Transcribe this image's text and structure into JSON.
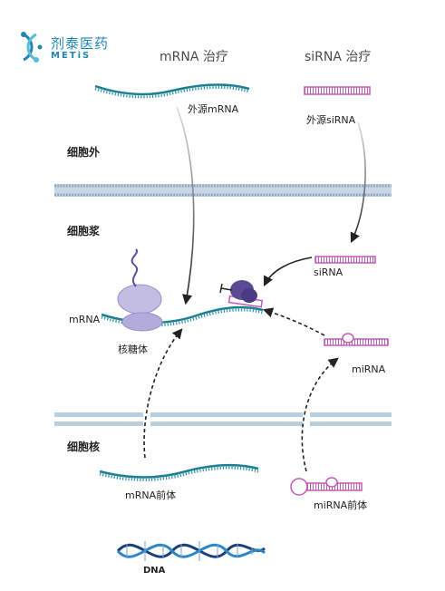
{
  "brand": {
    "name_cn": "剂泰医药",
    "name_en": "METiS",
    "color": "#1f86b8"
  },
  "columns": {
    "mrna_therapy": "mRNA 治疗",
    "sirna_therapy": "siRNA 治疗"
  },
  "regions": {
    "extracellular": "细胞外",
    "cytoplasm": "细胞浆",
    "nucleus": "细胞核"
  },
  "labels": {
    "exo_mrna": "外源mRNA",
    "exo_sirna": "外源siRNA",
    "sirna": "siRNA",
    "mrna": "mRNA",
    "ribosome": "核糖体",
    "mirna": "miRNA",
    "pre_mrna": "mRNA前体",
    "pre_mirna": "miRNA前体",
    "dna": "DNA"
  },
  "colors": {
    "mrna_strand": "#2a93a6",
    "sirna_strand": "#c25ab8",
    "membrane": "#a7bdd1",
    "nuclear_envelope": "#b7cfe0",
    "ribosome": "#b9b2dc",
    "risc": "#5a4a94",
    "dna_dark": "#1b3f7a",
    "dna_light": "#2f86c6",
    "arrow": "#222222"
  },
  "icons": [
    "metis-logo-icon",
    "ribosome-icon",
    "risc-complex-icon",
    "inhibition-icon",
    "dna-helix-icon"
  ]
}
